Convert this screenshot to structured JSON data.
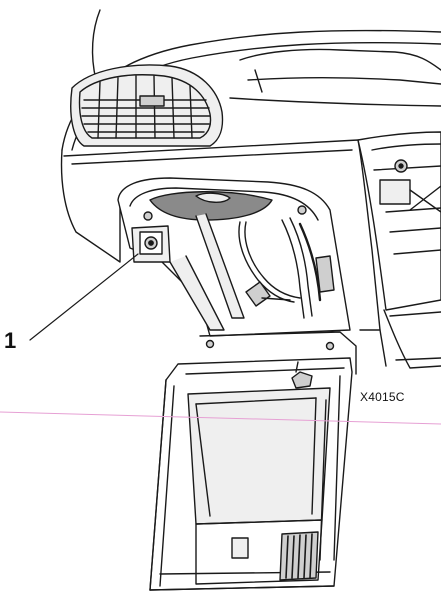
{
  "callouts": [
    {
      "number": "1",
      "part": "mounting-screw"
    }
  ],
  "figure_code": "X4015C",
  "colors": {
    "line": "#1a1a1a",
    "fill_light": "#efefef",
    "fill_mid": "#cfcfcf",
    "fill_dark": "#8a8a8a",
    "scan_line": "#e6a0d4"
  }
}
